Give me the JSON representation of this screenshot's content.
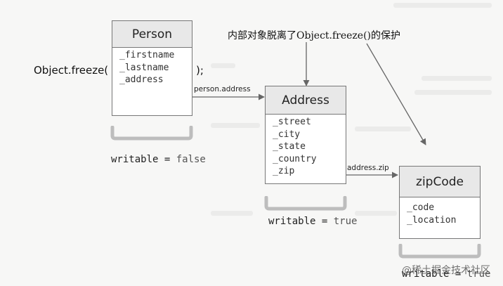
{
  "freeze": {
    "prefix": "Object.freeze(",
    "suffix": ");"
  },
  "note": "内部对象脱离了Object.freeze()的保护",
  "person": {
    "title": "Person",
    "fields": [
      "_firstname",
      "_lastname",
      "_address"
    ],
    "link_label": "person.address",
    "writable": {
      "label": "writable = ",
      "value": "false"
    }
  },
  "address": {
    "title": "Address",
    "fields": [
      "_street",
      "_city",
      "_state",
      "_country",
      "_zip"
    ],
    "link_label": "address.zip",
    "writable": {
      "label": "writable = ",
      "value": "true"
    }
  },
  "zipcode": {
    "title": "zipCode",
    "fields": [
      "_code",
      "_location"
    ],
    "writable": {
      "label": "writable = ",
      "value": "true"
    }
  },
  "watermark": "@稀土掘金技术社区"
}
